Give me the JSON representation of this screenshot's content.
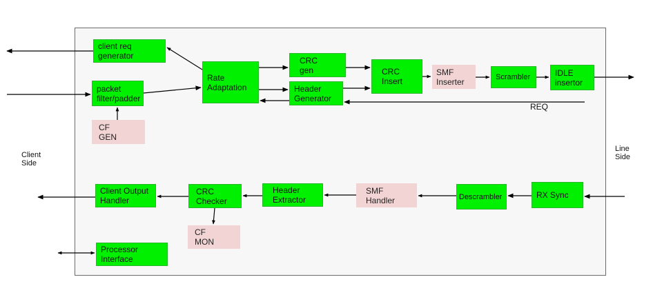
{
  "blocks": {
    "client_req_generator": "client req\ngenerator",
    "packet_filter_padder": "packet\nfilter/padder",
    "cf_gen": "CF\nGEN",
    "rate_adaptation": "Rate\nAdaptation",
    "crc_gen": "CRC\ngen",
    "header_generator": "Header\nGenerator",
    "crc_insert": "CRC\nInsert",
    "smf_inserter": "SMF\nInserter",
    "scrambler": "Scrambler",
    "idle_insertor": "IDLE\ninsertor",
    "client_output_handler": "Client Output\nHandler",
    "crc_checker": "CRC\nChecker",
    "cf_mon": "CF\nMON",
    "header_extractor": "Header\nExtractor",
    "smf_handler": "SMF\nHandler",
    "descrambler": "Descrambler",
    "rx_sync": "RX Sync",
    "processor_interface": "Processor\nInterface"
  },
  "labels": {
    "req": "REQ",
    "client_side": "Client\nSide",
    "line_side": "Line\nSide"
  },
  "colors": {
    "logic_block": "#00f000",
    "frame_block": "#f2d4d4",
    "frame_bg": "#f7f7f7",
    "line": "#000000"
  }
}
